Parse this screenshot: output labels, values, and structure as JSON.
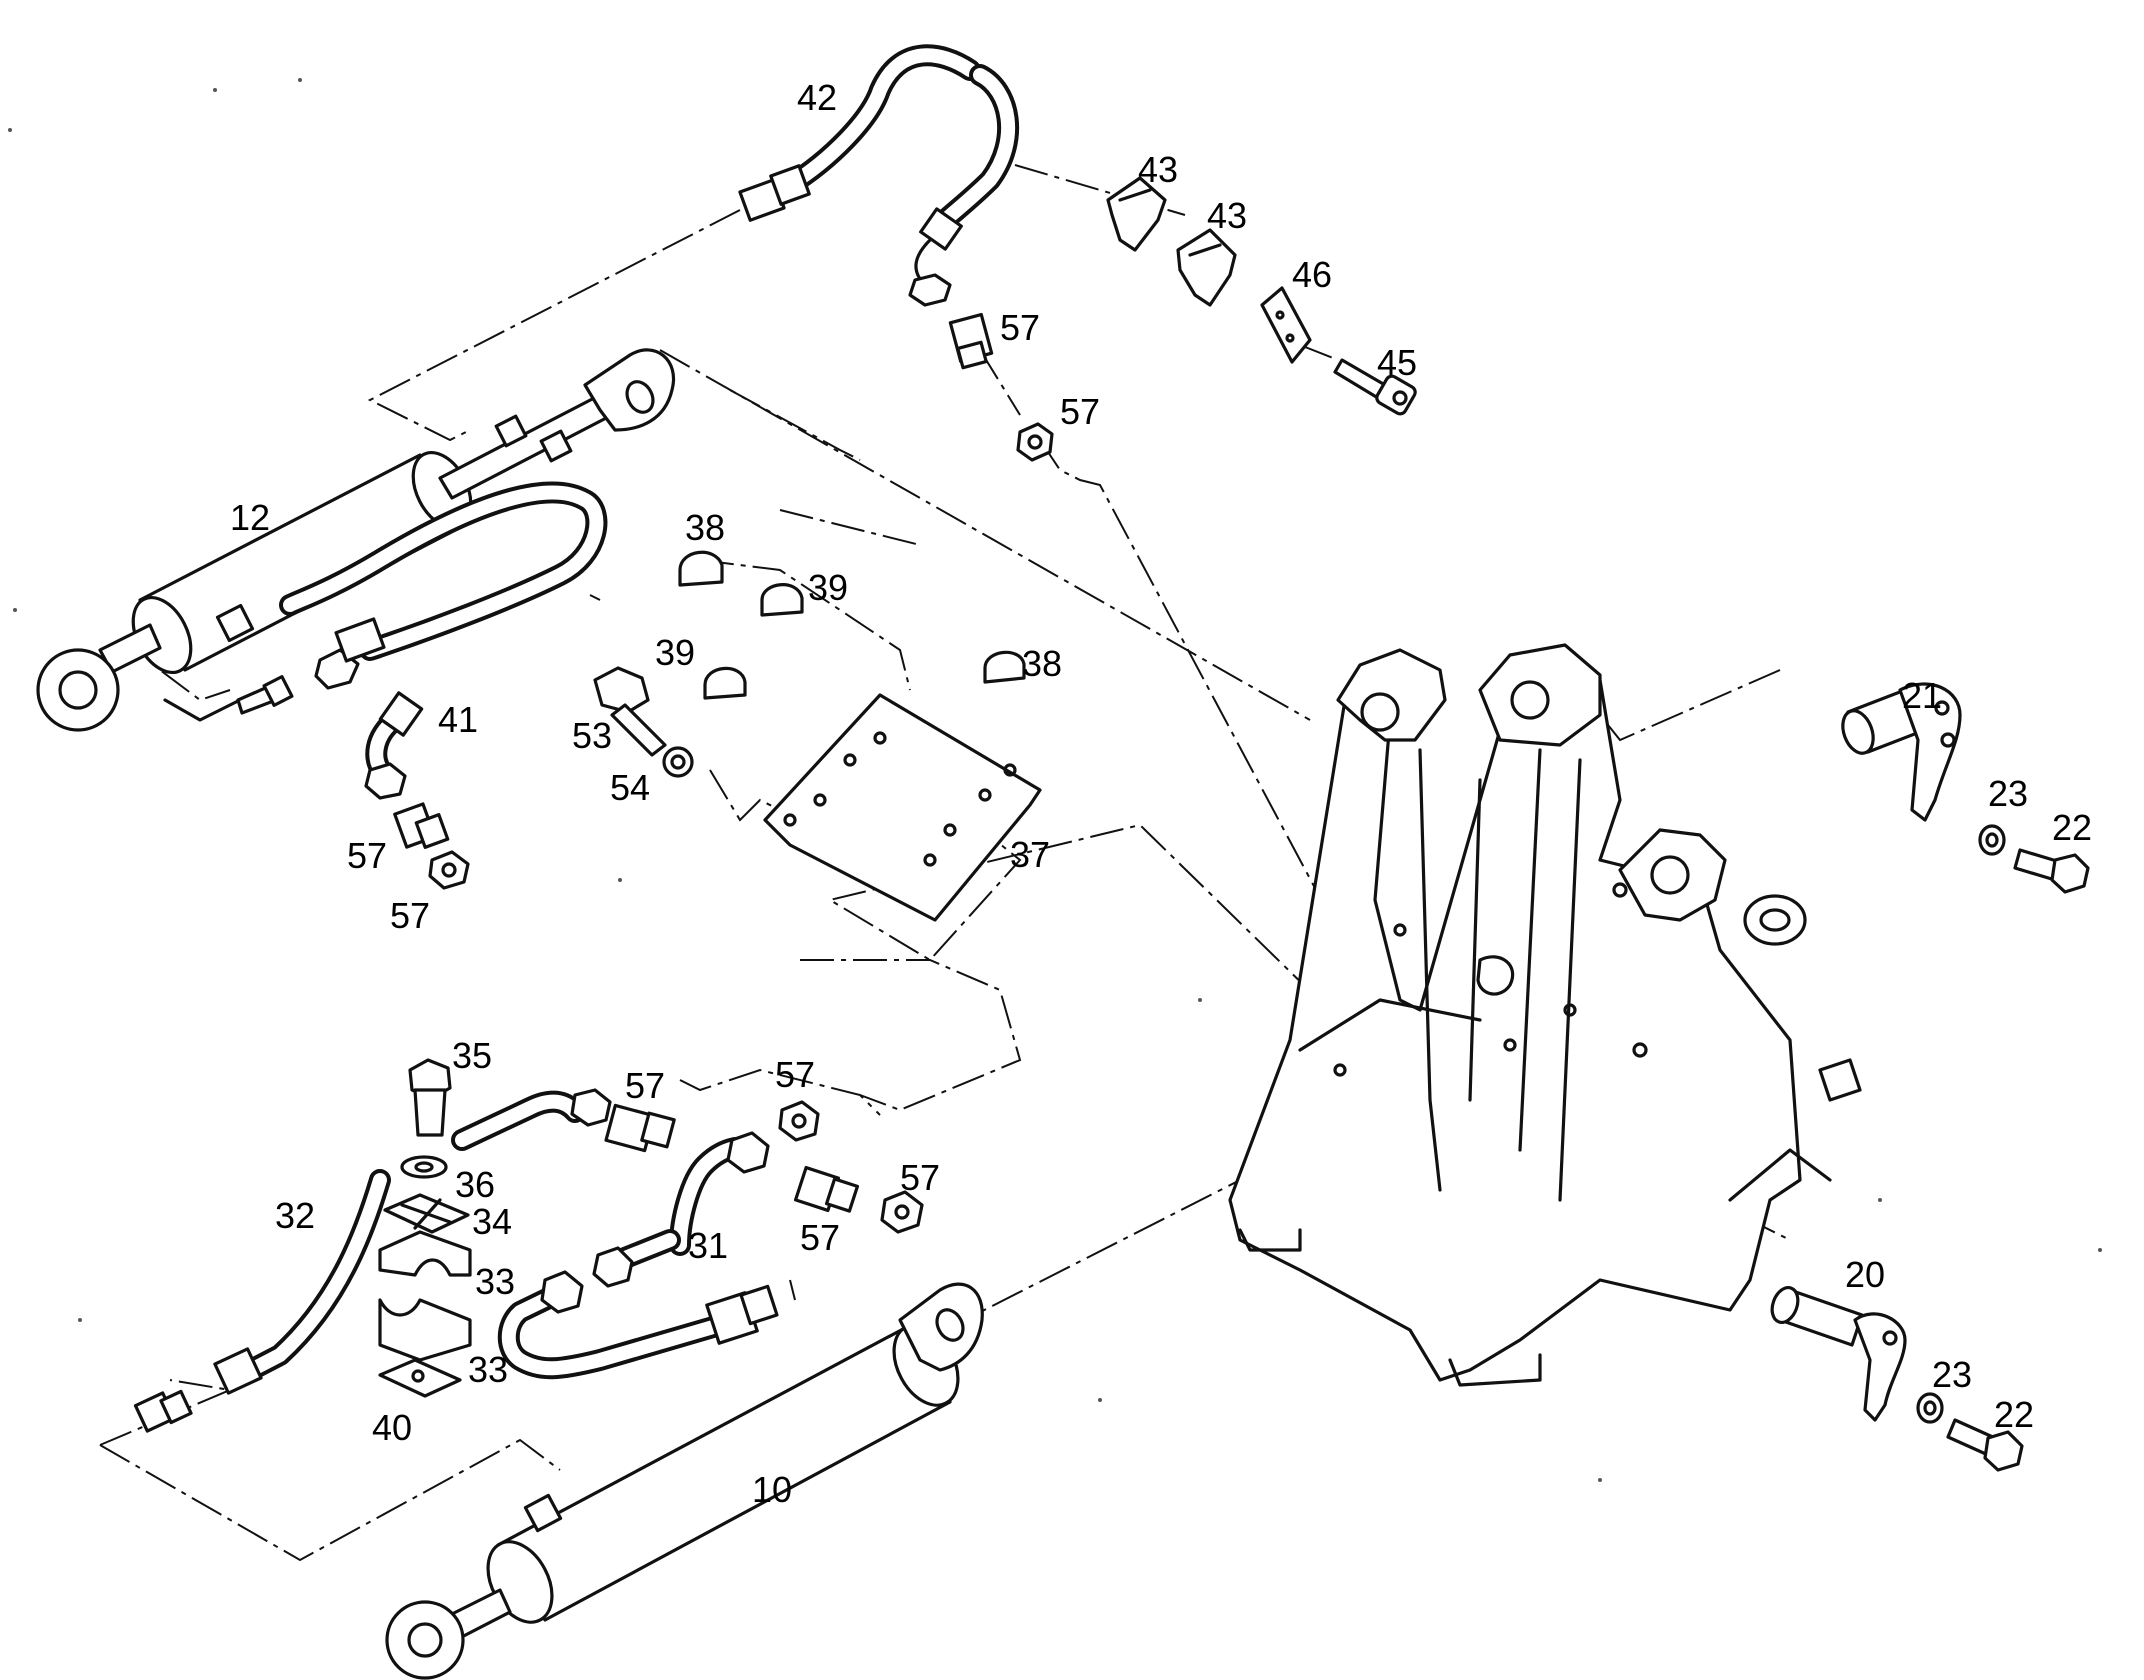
{
  "diagram": {
    "labels": [
      {
        "id": "l42",
        "text": "42"
      },
      {
        "id": "l43a",
        "text": "43"
      },
      {
        "id": "l43b",
        "text": "43"
      },
      {
        "id": "l46",
        "text": "46"
      },
      {
        "id": "l57a",
        "text": "57"
      },
      {
        "id": "l45",
        "text": "45"
      },
      {
        "id": "l57b",
        "text": "57"
      },
      {
        "id": "l12",
        "text": "12"
      },
      {
        "id": "l38a",
        "text": "38"
      },
      {
        "id": "l39a",
        "text": "39"
      },
      {
        "id": "l39b",
        "text": "39"
      },
      {
        "id": "l38b",
        "text": "38"
      },
      {
        "id": "l53",
        "text": "53"
      },
      {
        "id": "l54",
        "text": "54"
      },
      {
        "id": "l41",
        "text": "41"
      },
      {
        "id": "l57c",
        "text": "57"
      },
      {
        "id": "l57d",
        "text": "57"
      },
      {
        "id": "l37",
        "text": "37"
      },
      {
        "id": "l21",
        "text": "21"
      },
      {
        "id": "l23a",
        "text": "23"
      },
      {
        "id": "l22a",
        "text": "22"
      },
      {
        "id": "l35",
        "text": "35"
      },
      {
        "id": "l57e",
        "text": "57"
      },
      {
        "id": "l57f",
        "text": "57"
      },
      {
        "id": "l36",
        "text": "36"
      },
      {
        "id": "l32",
        "text": "32"
      },
      {
        "id": "l34",
        "text": "34"
      },
      {
        "id": "l57g",
        "text": "57"
      },
      {
        "id": "l31",
        "text": "31"
      },
      {
        "id": "l57h",
        "text": "57"
      },
      {
        "id": "l33a",
        "text": "33"
      },
      {
        "id": "l33b",
        "text": "33"
      },
      {
        "id": "l40",
        "text": "40"
      },
      {
        "id": "l10",
        "text": "10"
      },
      {
        "id": "l20",
        "text": "20"
      },
      {
        "id": "l23b",
        "text": "23"
      },
      {
        "id": "l22b",
        "text": "22"
      }
    ]
  }
}
